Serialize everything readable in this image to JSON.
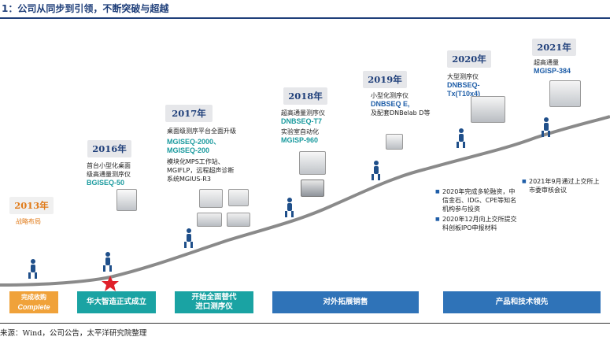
{
  "title": "1：公司从同步到引领，不断突破与超越",
  "source": "来源：Wind，公司公告，太平洋研究院整理",
  "years": {
    "y2013": "2013年",
    "y2016": "2016年",
    "y2017": "2017年",
    "y2018": "2018年",
    "y2019": "2019年",
    "y2020": "2020年",
    "y2021": "2021年"
  },
  "milestones": {
    "m2013": "战略布局",
    "m2016_line1": "首台小型化桌面",
    "m2016_line2": "级高通量测序仪",
    "m2016_product": "BGISEQ-50",
    "m2017_line1": "桌面级测序平台全面升级",
    "m2017_product1": "MGISEQ-2000、",
    "m2017_product2": "MGISEQ-200",
    "m2017_line2": "模块化MPS工作站、",
    "m2017_line3": "MGIFLP，远程超声诊断",
    "m2017_line4": "系统MGIUS-R3",
    "m2018_line1": "超高通量测序仪",
    "m2018_product1": "DNBSEQ-T7",
    "m2018_line2": "实验室自动化",
    "m2018_product2": "MGISP-960",
    "m2019_line1": "小型化测序仪",
    "m2019_product": "DNBSEQ E,",
    "m2019_line2": "及配套DNBelab D等",
    "m2020_line1": "大型测序仪",
    "m2020_product1": "DNBSEQ-",
    "m2020_product2": "Tx(T10x4)",
    "m2021_line1": "超高通量",
    "m2021_product": "MGISP-384"
  },
  "bullets2020": [
    "2020年完成多轮融资，中信金石、IDG、CPE等知名机构参与投资",
    "2020年12月向上交所提交科创板IPO申报材料"
  ],
  "bullets2021": [
    "2021年9月通过上交所上市委审核会议"
  ],
  "bottom": {
    "b1_line1": "完成收购",
    "b1_logo": "Complete",
    "b2": "华大智造正式成立",
    "b3_line1": "开始全面替代",
    "b3_line2": "进口测序仪",
    "b4": "对外拓展销售",
    "b5": "产品和技术领先"
  },
  "colors": {
    "navy": "#1f3f7a",
    "teal": "#1aa3a3",
    "blue": "#2f73b8",
    "orange": "#e07b1a",
    "curve": "#7a7a7a",
    "star": "#e0202a"
  }
}
